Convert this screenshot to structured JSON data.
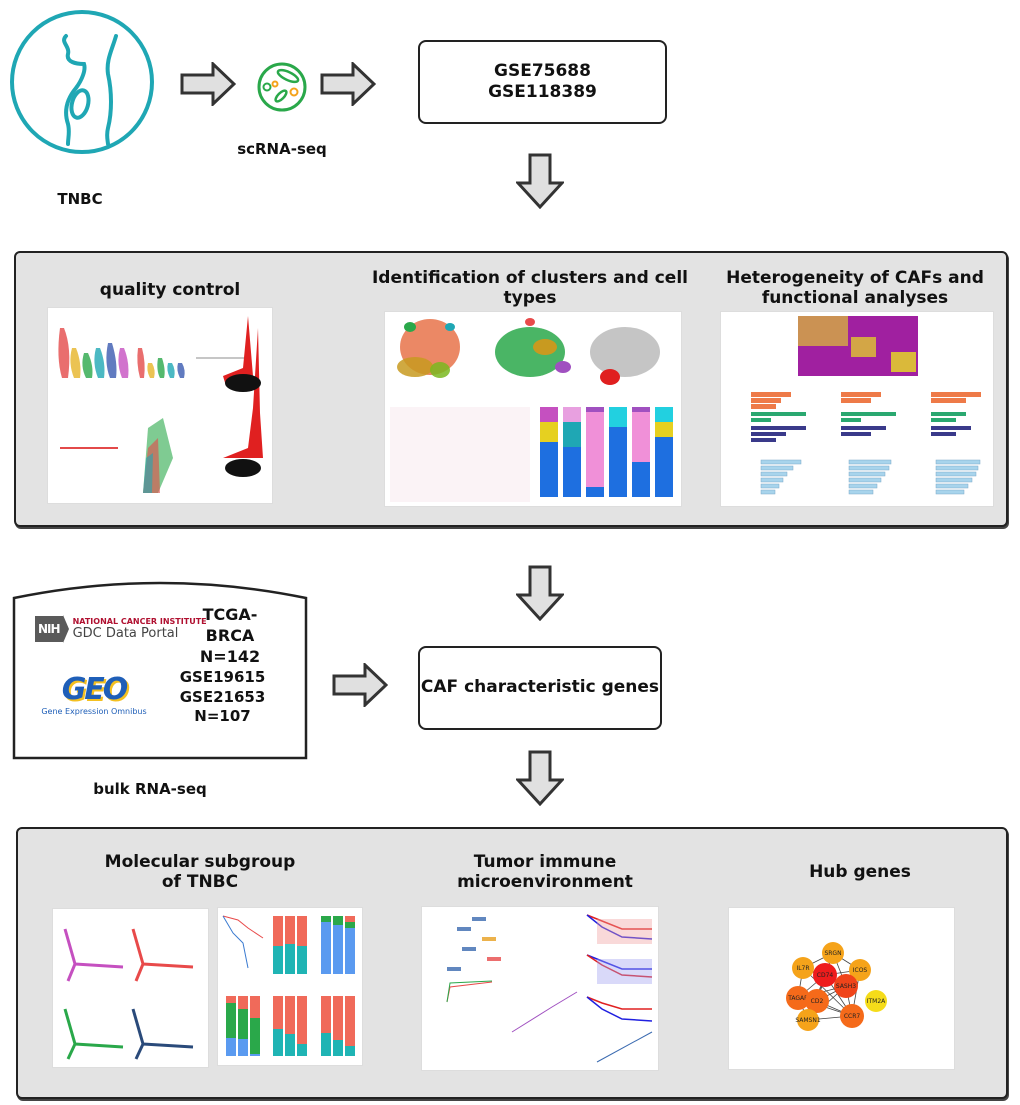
{
  "top": {
    "tnbc_label": "TNBC",
    "scrna_label": "scRNA-seq",
    "datasets": [
      "GSE75688",
      "GSE118389"
    ]
  },
  "panel1": {
    "sections": [
      {
        "title": "quality control",
        "figure": "qc-figure"
      },
      {
        "title": "Identification of clusters and cell types",
        "figure": "cluster-figure"
      },
      {
        "title": "Heterogeneity of CAFs and functional analyses",
        "figure": "caf-figure"
      }
    ]
  },
  "bulk": {
    "nih_name": "NATIONAL CANCER INSTITUTE",
    "nih_portal": "GDC Data Portal",
    "nih_badge": "NIH",
    "tcga": "TCGA-BRCA",
    "tcga_n": "N=142",
    "geo_logo": "GEO",
    "geo_name": "Gene Expression Omnibus",
    "geo_sets": [
      "GSE19615",
      "GSE21653"
    ],
    "geo_n": "N=107",
    "label": "bulk RNA-seq"
  },
  "caf_box": "CAF characteristic genes",
  "panel2": {
    "sections": [
      {
        "title": "Molecular subgroup of TNBC"
      },
      {
        "title": "Tumor immune microenvironment"
      },
      {
        "title": "Hub genes"
      }
    ],
    "hub_genes": [
      "SRGN",
      "IL7R",
      "CD74",
      "ICOS",
      "SASH3",
      "TAGAP",
      "CD2",
      "ITM2A",
      "SAMSN1",
      "CCR7"
    ],
    "hub_colors": {
      "high": "#ee1c1c",
      "mid": "#f56a1a",
      "low": "#f5a31a",
      "lowest": "#f5dc1a"
    }
  },
  "colors": {
    "teal": "#1fa7b4",
    "green": "#2aa84a",
    "orange": "#f4a31b",
    "panel_bg": "#e3e3e3",
    "arrow_fill": "#e0e0e0"
  }
}
